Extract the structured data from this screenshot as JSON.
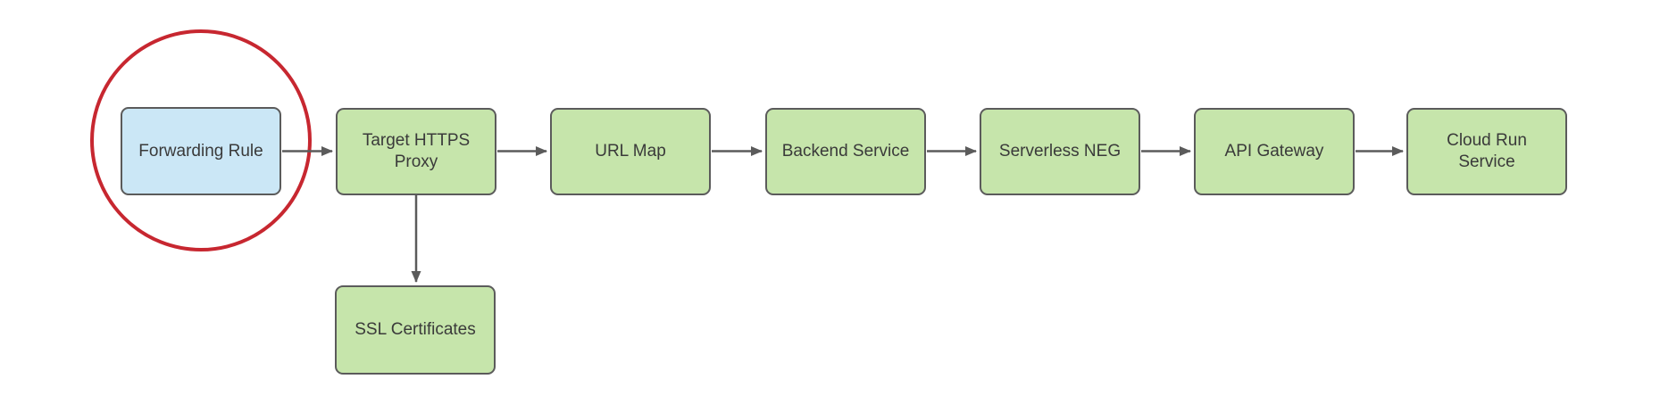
{
  "diagram": {
    "nodes": [
      {
        "id": "forwarding-rule",
        "label": "Forwarding Rule",
        "fill": "#cbe7f6",
        "shape": "rounded-rectangle",
        "highlighted": true
      },
      {
        "id": "target-https-proxy",
        "label": "Target HTTPS\nProxy",
        "fill": "#c6e5ab",
        "shape": "rounded-rectangle",
        "highlighted": false
      },
      {
        "id": "url-map",
        "label": "URL Map",
        "fill": "#c6e5ab",
        "shape": "rounded-rectangle",
        "highlighted": false
      },
      {
        "id": "backend-service",
        "label": "Backend Service",
        "fill": "#c6e5ab",
        "shape": "rounded-rectangle",
        "highlighted": false
      },
      {
        "id": "serverless-neg",
        "label": "Serverless NEG",
        "fill": "#c6e5ab",
        "shape": "rounded-rectangle",
        "highlighted": false
      },
      {
        "id": "api-gateway",
        "label": "API Gateway",
        "fill": "#c6e5ab",
        "shape": "rounded-rectangle",
        "highlighted": false
      },
      {
        "id": "cloud-run-service",
        "label": "Cloud Run\nService",
        "fill": "#c6e5ab",
        "shape": "rounded-rectangle",
        "highlighted": false
      },
      {
        "id": "ssl-certificates",
        "label": "SSL Certificates",
        "fill": "#c6e5ab",
        "shape": "rounded-rectangle",
        "highlighted": false
      }
    ],
    "edges": [
      {
        "from": "forwarding-rule",
        "to": "target-https-proxy",
        "direction": "right"
      },
      {
        "from": "target-https-proxy",
        "to": "url-map",
        "direction": "right"
      },
      {
        "from": "url-map",
        "to": "backend-service",
        "direction": "right"
      },
      {
        "from": "backend-service",
        "to": "serverless-neg",
        "direction": "right"
      },
      {
        "from": "serverless-neg",
        "to": "api-gateway",
        "direction": "right"
      },
      {
        "from": "api-gateway",
        "to": "cloud-run-service",
        "direction": "right"
      },
      {
        "from": "target-https-proxy",
        "to": "ssl-certificates",
        "direction": "down"
      }
    ],
    "annotation": {
      "type": "ellipse",
      "around": "forwarding-rule",
      "color": "#c72730"
    },
    "colors": {
      "node_green_fill": "#c6e5ab",
      "node_blue_fill": "#cbe7f6",
      "node_border": "#5b5b5b",
      "arrow": "#5b5b5b",
      "text": "#3a3a3a",
      "highlight_red": "#c72730",
      "background": "#ffffff"
    }
  }
}
